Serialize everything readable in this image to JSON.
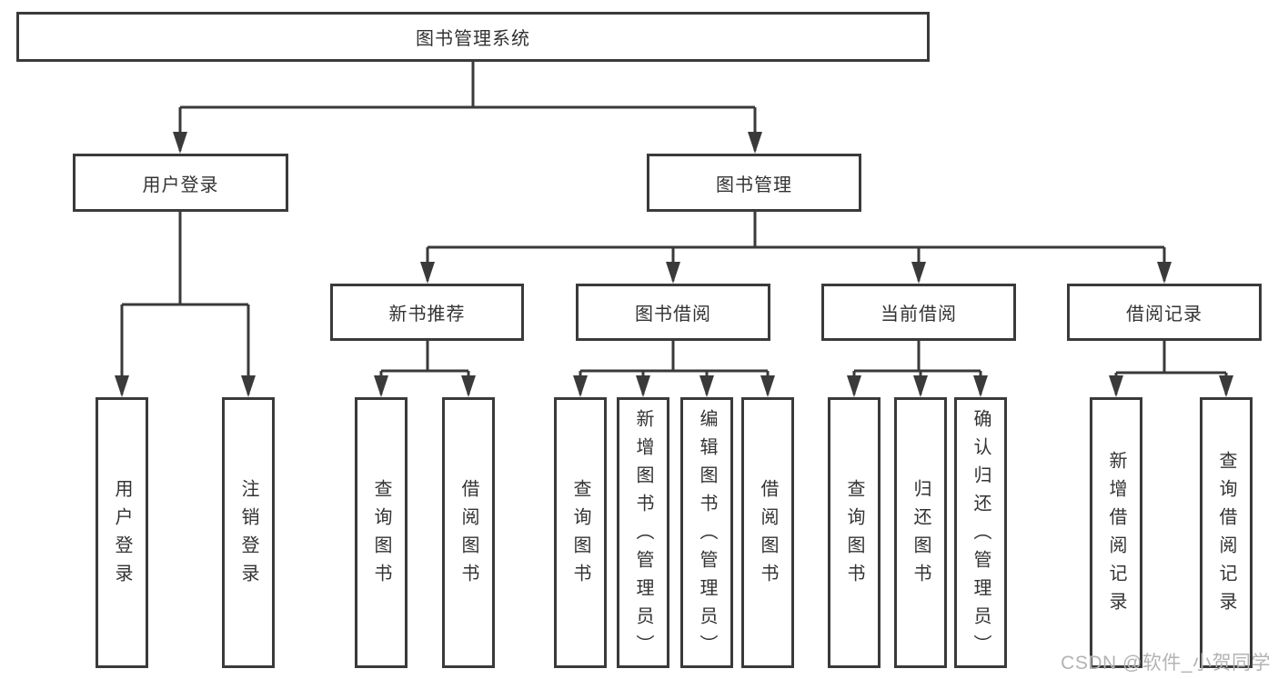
{
  "root": {
    "label": "图书管理系统"
  },
  "user_login": {
    "label": "用户登录",
    "children": [
      {
        "label": "用户登录"
      },
      {
        "label": "注销登录"
      }
    ]
  },
  "book_mgmt": {
    "label": "图书管理",
    "children": [
      {
        "label": "新书推荐",
        "children": [
          {
            "label": "查询图书"
          },
          {
            "label": "借阅图书"
          }
        ]
      },
      {
        "label": "图书借阅",
        "children": [
          {
            "label": "查询图书"
          },
          {
            "label": "新增图书（管理员）"
          },
          {
            "label": "编辑图书（管理员）"
          },
          {
            "label": "借阅图书"
          }
        ]
      },
      {
        "label": "当前借阅",
        "children": [
          {
            "label": "查询图书"
          },
          {
            "label": "归还图书"
          },
          {
            "label": "确认归还（管理员）"
          }
        ]
      },
      {
        "label": "借阅记录",
        "children": [
          {
            "label": "新增借阅记录"
          },
          {
            "label": "查询借阅记录"
          }
        ]
      }
    ]
  },
  "watermark": {
    "text": "CSDN @软件_小贺同学"
  },
  "colors": {
    "line": "#3a3a3a",
    "box_border": "#3a3a3a",
    "text": "#333333",
    "watermark": "#b3b3b3",
    "background": "#ffffff"
  }
}
